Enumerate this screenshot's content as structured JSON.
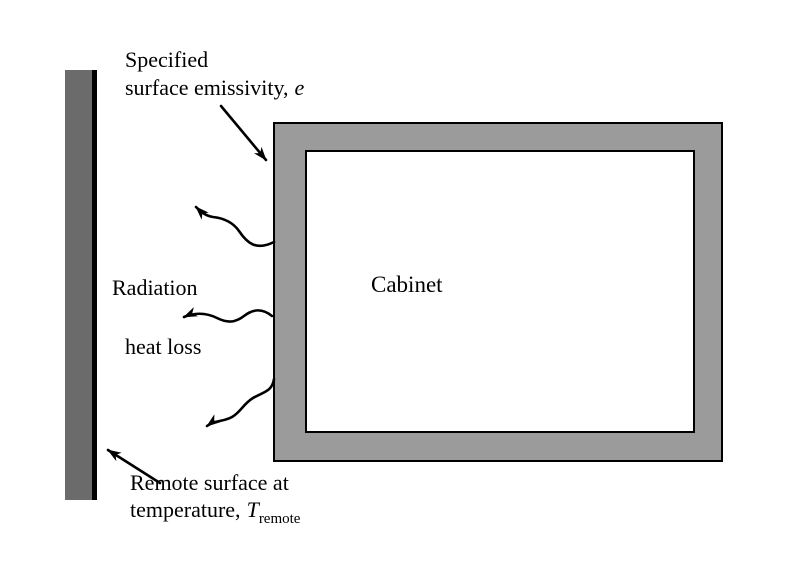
{
  "labels": {
    "emissivity": {
      "line1": "Specified",
      "line2": "surface emissivity,",
      "symbol": "e"
    },
    "radiation_line1": "Radiation",
    "radiation_line2": "heat loss",
    "cabinet": "Cabinet",
    "remote": {
      "line1": "Remote surface at",
      "line2": "temperature,",
      "symbol": "T",
      "subscript": "remote"
    }
  },
  "colors": {
    "ink": "#000000",
    "remote-surface-fill": "#6b6b6b",
    "cabinet-wall-fill": "#9b9b9b",
    "cabinet-interior-fill": "#ffffff",
    "canvas-bg": "#ffffff"
  }
}
